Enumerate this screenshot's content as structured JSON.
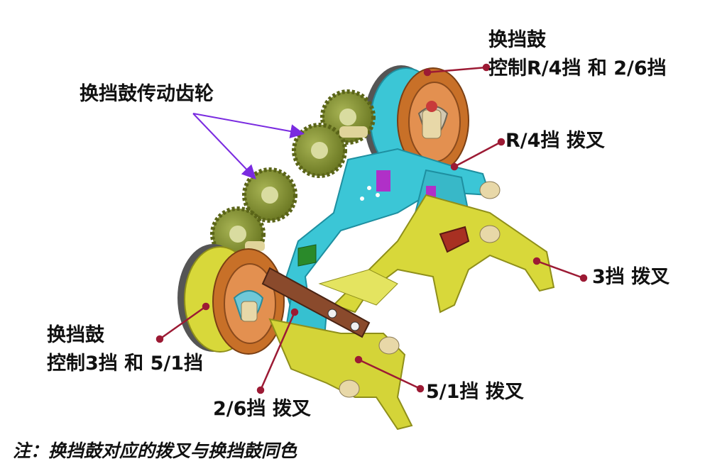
{
  "labels": {
    "drive_gears": "换挡鼓传动齿轮",
    "upper_drum_title": "换挡鼓",
    "upper_drum_desc": "控制R/4挡 和 2/6挡",
    "fork_r4": "R/4挡 拨叉",
    "fork_3": "3挡 拨叉",
    "lower_drum_title": "换挡鼓",
    "lower_drum_desc": "控制3挡 和 5/1挡",
    "fork_26": "2/6挡 拨叉",
    "fork_51": "5/1挡 拨叉"
  },
  "note": "注：换挡鼓对应的拨叉与换挡鼓同色",
  "colors": {
    "leader_line": "#9c1a34",
    "arrow": "#7a2be0",
    "gear": "#8d9a3a",
    "cyan_drum": "#3bc6d6",
    "yellow_drum": "#d8d83a",
    "orange_cam": "#d0782c",
    "magenta": "#b030c8",
    "brown_bar": "#8a4a2c"
  }
}
